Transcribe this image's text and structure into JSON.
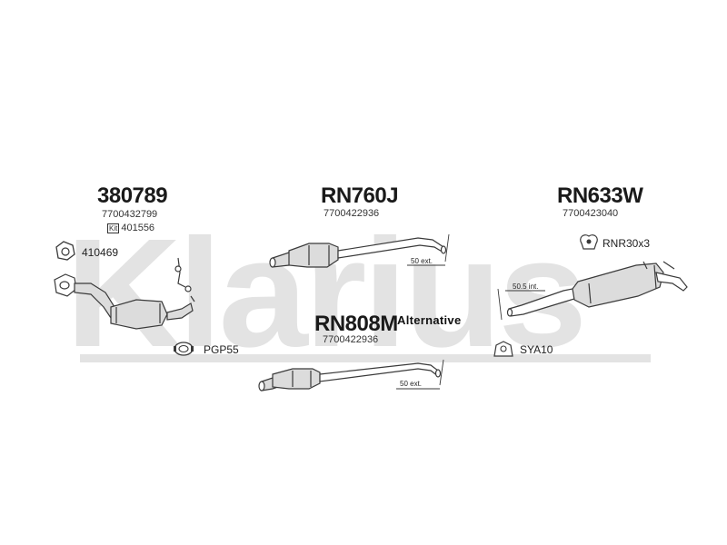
{
  "watermark": "Klarius",
  "parts": {
    "cat_front": {
      "code": "380789",
      "oe": "7700432799",
      "kit_label": "Kit",
      "kit_number": "401556"
    },
    "middle": {
      "code": "RN760J",
      "oe": "7700422936",
      "ext_label": "50 ext."
    },
    "rear": {
      "code": "RN633W",
      "oe": "7700423040",
      "int_label": "50.5 int."
    },
    "alt_middle": {
      "code": "RN808M",
      "oe": "7700422936",
      "alt_label": "Alternative",
      "ext_label": "50 ext."
    }
  },
  "accessories": {
    "gasket": "410469",
    "clamp": "PGP55",
    "rubber_rnr": "RNR30x3",
    "mount": "SYA10"
  },
  "colors": {
    "line": "#3a3a3a",
    "fill": "#d8d8d8",
    "watermark": "#e3e3e3"
  }
}
